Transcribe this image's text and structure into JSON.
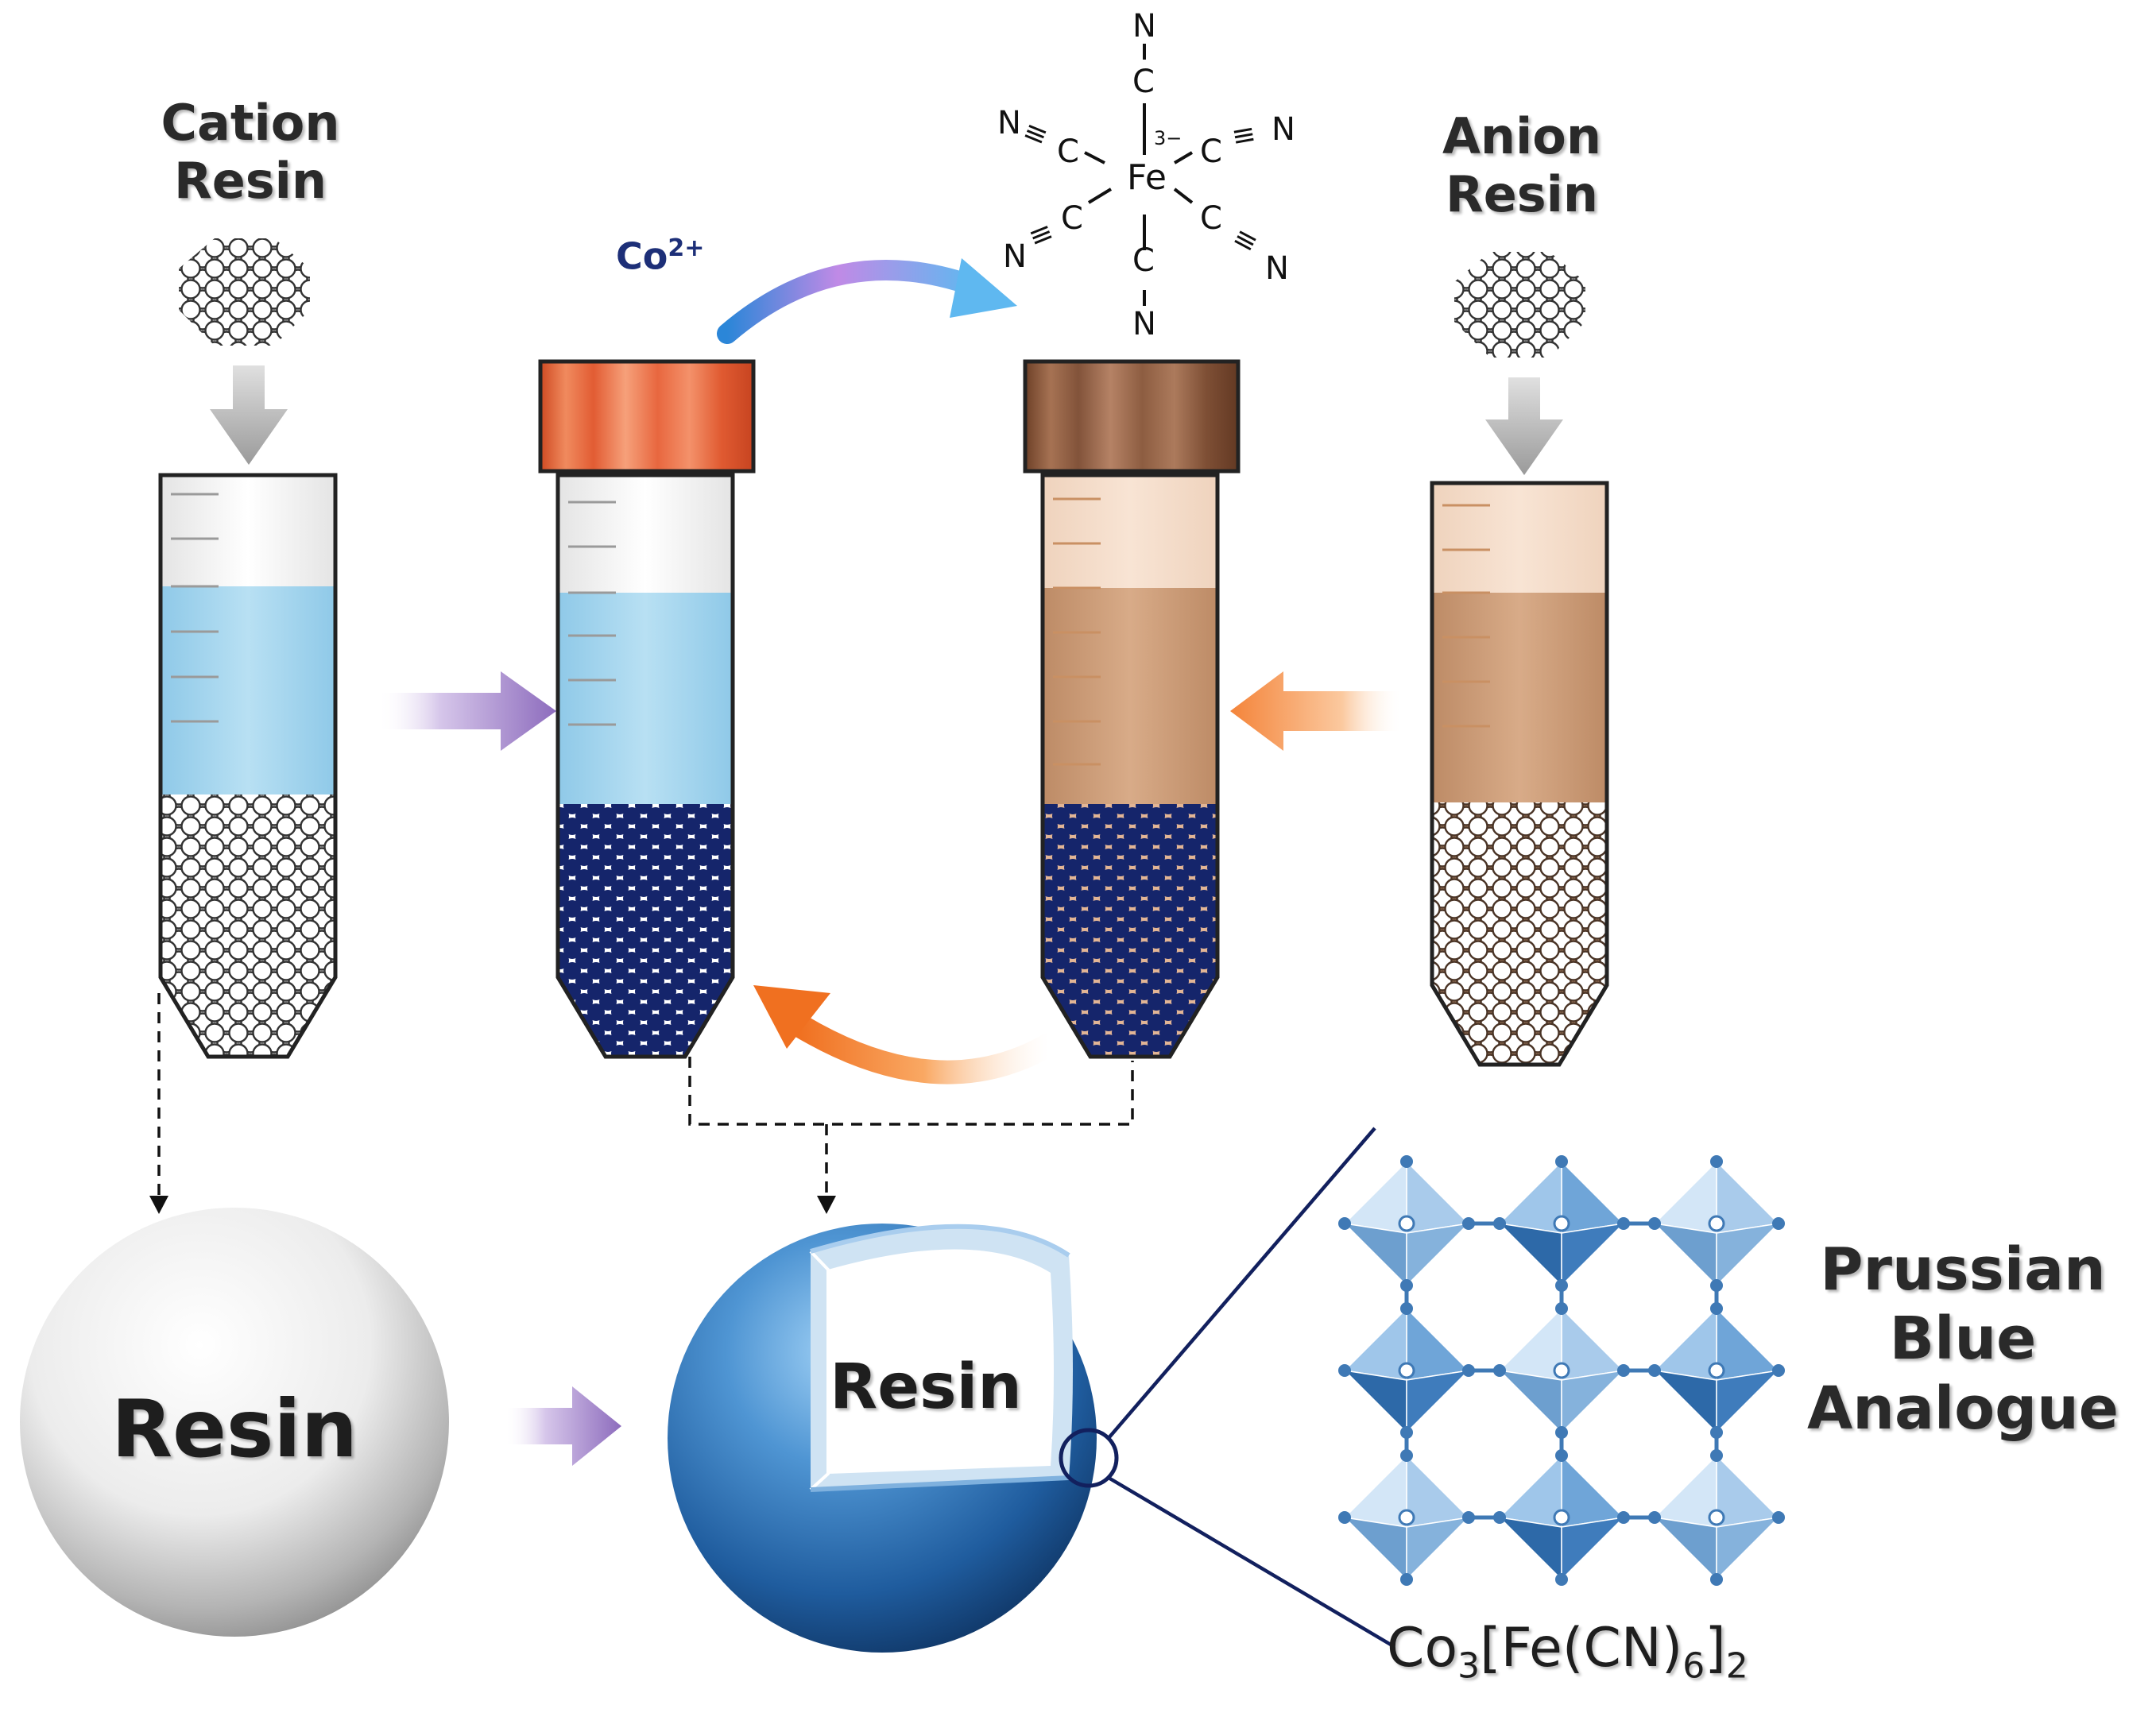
{
  "labels": {
    "cation_resin": [
      "Cation",
      "Resin"
    ],
    "anion_resin": [
      "Anion",
      "Resin"
    ],
    "co_ion": {
      "symbol": "Co",
      "charge": "2+"
    },
    "complex": {
      "center": "Fe",
      "charge": "3−",
      "ligand_c": "C",
      "ligand_n": "N"
    },
    "resin_plain": "Resin",
    "resin_coated": "Resin",
    "pba_name": [
      "Prussian",
      "Blue",
      "Analogue"
    ],
    "formula": {
      "part1": "Co",
      "sub1": "3",
      "part2": "[Fe(CN)",
      "sub2": "6",
      "part3": "]",
      "sub3": "2"
    }
  },
  "colors": {
    "cation_liquid": "#a9d6ee",
    "anion_liquid": "#c99a76",
    "orange_cap": "#e9673c",
    "brown_cap": "#8e5b3c",
    "bead_navy": "#15256b",
    "sphere_blue": "#2f6fb0",
    "lattice_blue": "#5d93c6",
    "purple_arrow": "#9a7fc4",
    "orange_arrow": "#f4893a"
  }
}
